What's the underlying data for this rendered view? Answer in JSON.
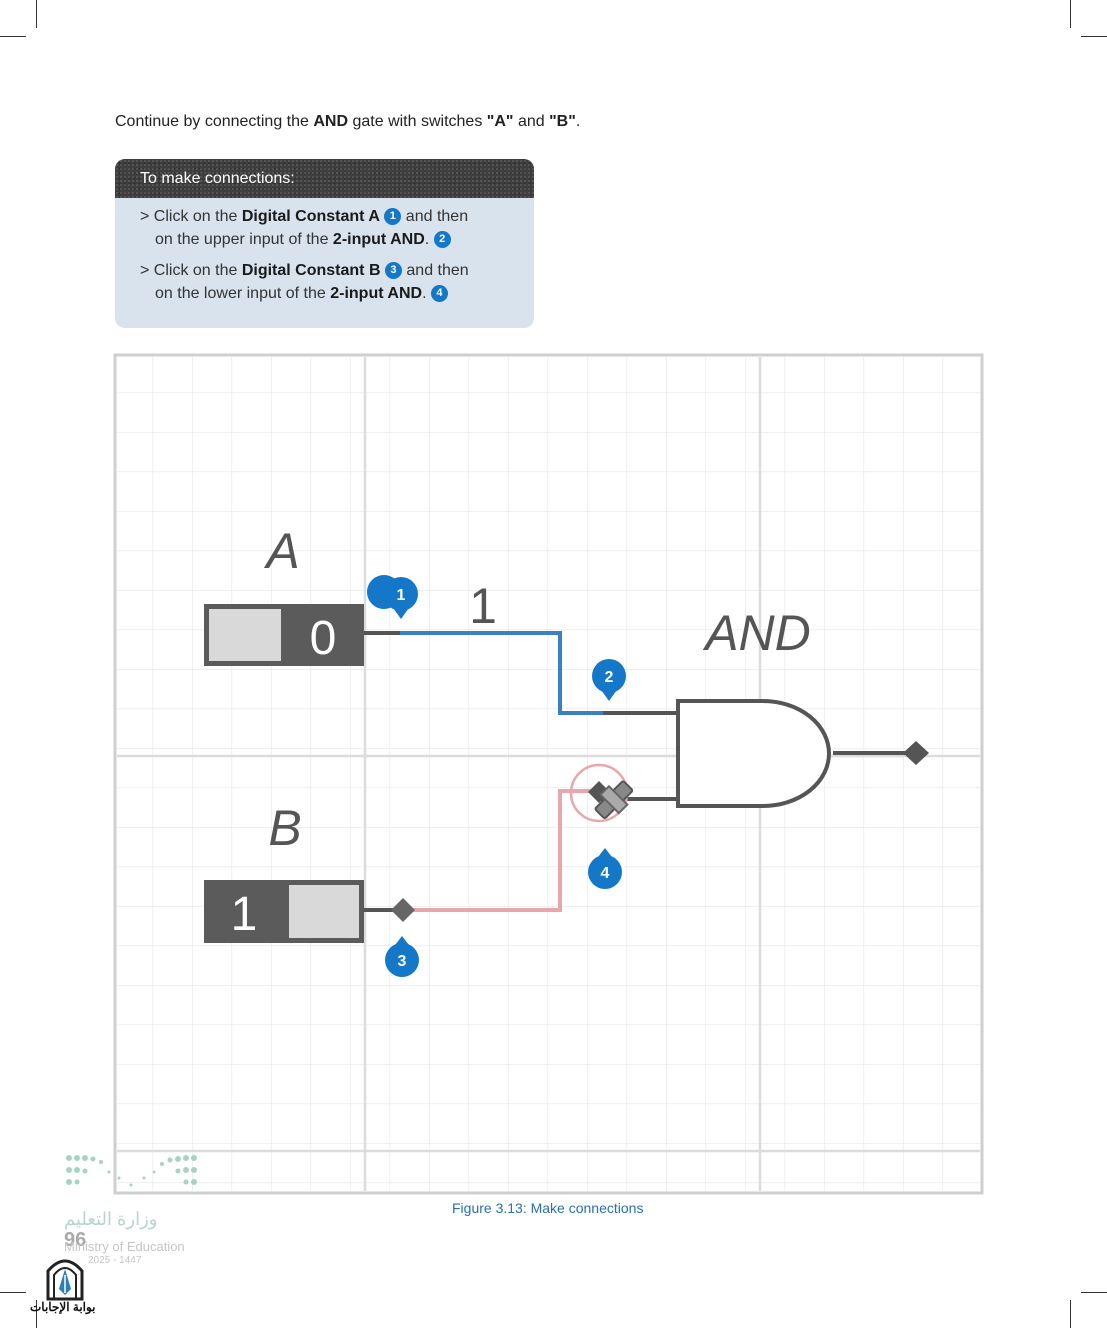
{
  "intro": {
    "text1": "Continue by connecting the ",
    "and_bold": "AND",
    "text2": " gate with switches ",
    "a_bold": "\"A\"",
    "text3": " and ",
    "b_bold": "\"B\"",
    "text4": "."
  },
  "box": {
    "title": "To make connections:",
    "step1": {
      "prefix": "> Click on the ",
      "bold1": "Digital Constant A",
      "num1": "1",
      "mid": " and then",
      "line2": "on the upper input of the ",
      "bold2": "2-input AND",
      "dot": ".",
      "num2": "2"
    },
    "step2": {
      "prefix": "> Click on the ",
      "bold1": "Digital Constant B",
      "num1": "3",
      "mid": " and then",
      "line2": "on the lower input of the ",
      "bold2": "2-input AND",
      "dot": ".",
      "num2": "4"
    }
  },
  "figure": {
    "label_a": "A",
    "label_b": "B",
    "switch_a_value": "0",
    "switch_b_value": "1",
    "wire_value": "1",
    "gate_label": "AND",
    "markers": [
      "1",
      "2",
      "3",
      "4"
    ],
    "colors": {
      "active_wire": "#3b7fc4",
      "pending_wire": "#e8a7ab",
      "marker": "#1477c8",
      "component": "#5b5b5b"
    }
  },
  "caption": "Figure 3.13: Make connections",
  "footer": {
    "page_number": "96",
    "ministry_ar": "وزارة التعليم",
    "ministry_en": "Ministry of Education",
    "years": "2025 - 1447",
    "portal": "بوابة الإجابات"
  }
}
